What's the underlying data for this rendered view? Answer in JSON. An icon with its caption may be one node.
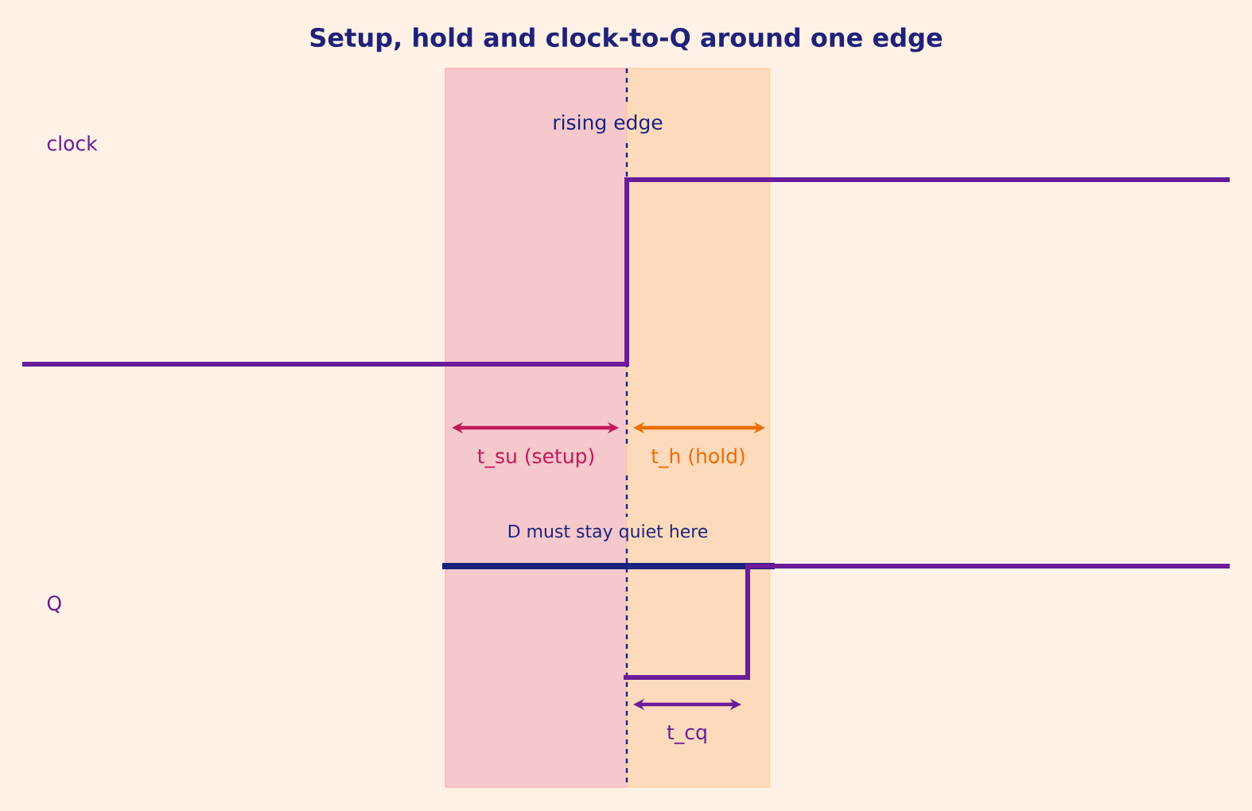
{
  "diagram": {
    "title": "Setup, hold and clock-to-Q around one edge",
    "labels": [
      "clock",
      "rising edge",
      "t_su (setup)",
      "t_h (hold)",
      "D must stay quiet here",
      "Q",
      "t_cq"
    ]
  }
}
